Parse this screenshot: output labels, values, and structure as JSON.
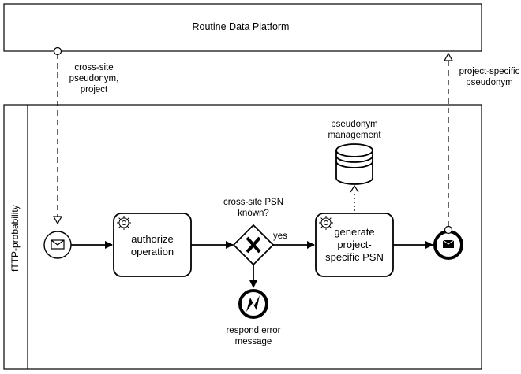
{
  "pool_top": {
    "title": "Routine Data Platform"
  },
  "pool_main": {
    "title": "fTTP-probability"
  },
  "message_flows": {
    "incoming_label": "cross-site\npseudonym,\nproject",
    "outgoing_label": "project-specific\npseudonym"
  },
  "data_store": {
    "label": "pseudonym\nmanagement"
  },
  "tasks": {
    "authorize": "authorize\noperation",
    "generate": "generate\nproject-\nspecific PSN"
  },
  "gateway": {
    "label": "cross-site PSN\nknown?",
    "yes_label": "yes"
  },
  "error_end": {
    "label": "respond error\nmessage"
  }
}
